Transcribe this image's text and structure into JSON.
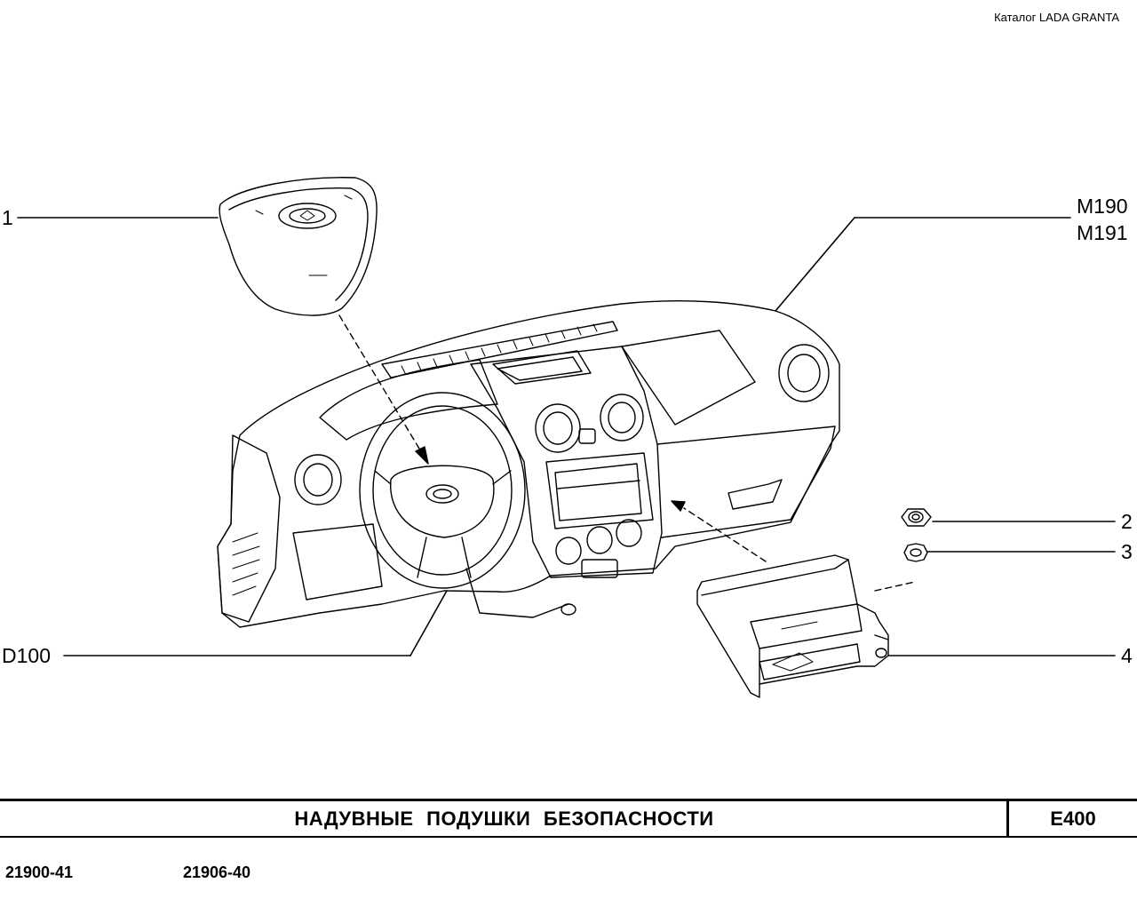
{
  "header": {
    "catalog": "Каталог LADA  GRANTA"
  },
  "callouts": {
    "c1": "1",
    "m190": "M190",
    "m191": "M191",
    "c2": "2",
    "c3": "3",
    "c4": "4",
    "d100": "D100"
  },
  "title": {
    "text": "НАДУВНЫЕ  ПОДУШКИ  БЕЗОПАСНОСТИ",
    "code": "E400"
  },
  "models": [
    "21900-41",
    "21906-40"
  ]
}
